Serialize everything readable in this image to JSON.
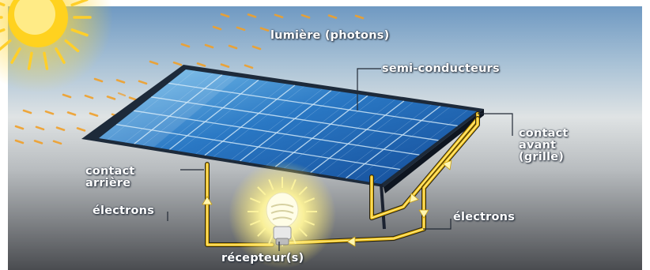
{
  "labels": {
    "light": "lumière (photons)",
    "semiconductors": "semi-conducteurs",
    "front_contact": "contact\navant\n(grille)",
    "back_contact": "contact\narrière",
    "electrons_left": "électrons",
    "electrons_right": "électrons",
    "receiver": "récepteur(s)"
  },
  "colors": {
    "wire": "#f3c21a",
    "panel_cell": "#2a78c4",
    "sun": "#ffcc22",
    "sky_top": "#6f99c2"
  }
}
